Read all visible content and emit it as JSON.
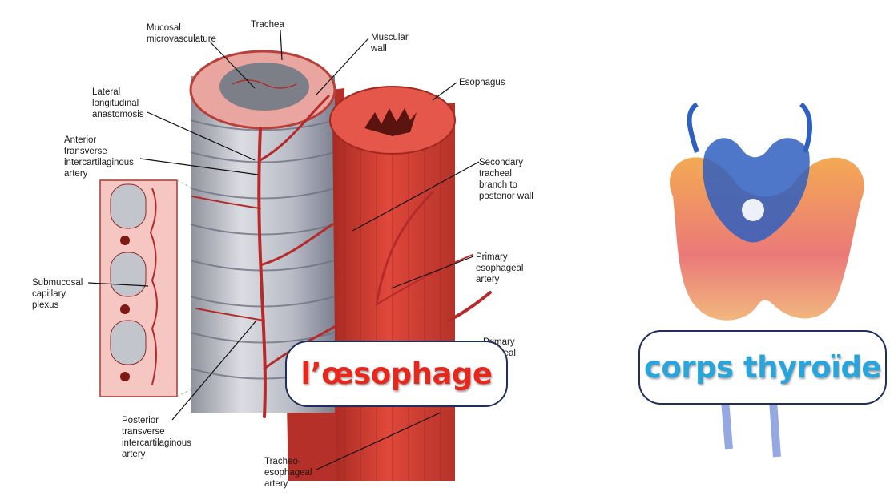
{
  "labels": {
    "mucosal_microvasculature": "Mucosal\nmicrovasculature",
    "trachea": "Trachea",
    "muscular_wall": "Muscular\nwall",
    "esophagus": "Esophagus",
    "lateral_longitudinal_anastomosis": "Lateral\nlongitudinal\nanastomosis",
    "anterior_transverse_artery": "Anterior\ntransverse\nintercartilaginous\nartery",
    "secondary_tracheal_branch": "Secondary\ntracheal\nbranch to\nposterior wall",
    "submucosal_capillary_plexus": "Submucosal\ncapillary\nplexus",
    "primary_esophageal_artery": "Primary\nesophageal\nartery",
    "primary_tracheal_artery": "Primary\ntracheal",
    "posterior_transverse_artery": "Posterior\ntransverse\nintercartilaginous\nartery",
    "tracheo_esophageal_artery": "Tracheo-\nesophageal\nartery"
  },
  "captions": {
    "oesophage": "l’œsophage",
    "thyroide": "corps thyroïde"
  },
  "colors": {
    "oesophage_text": "#e8271c",
    "thyroide_text": "#2aa5dc",
    "pill_border": "#1f2f5c",
    "muscle": "#d9463a",
    "artery": "#b52a2a",
    "cartilage": "#b9bcc6"
  },
  "icons": {
    "anatomy_illustration": "trachea-esophagus-illustration",
    "thyroid_illustration": "thyroid-watercolor-illustration"
  }
}
